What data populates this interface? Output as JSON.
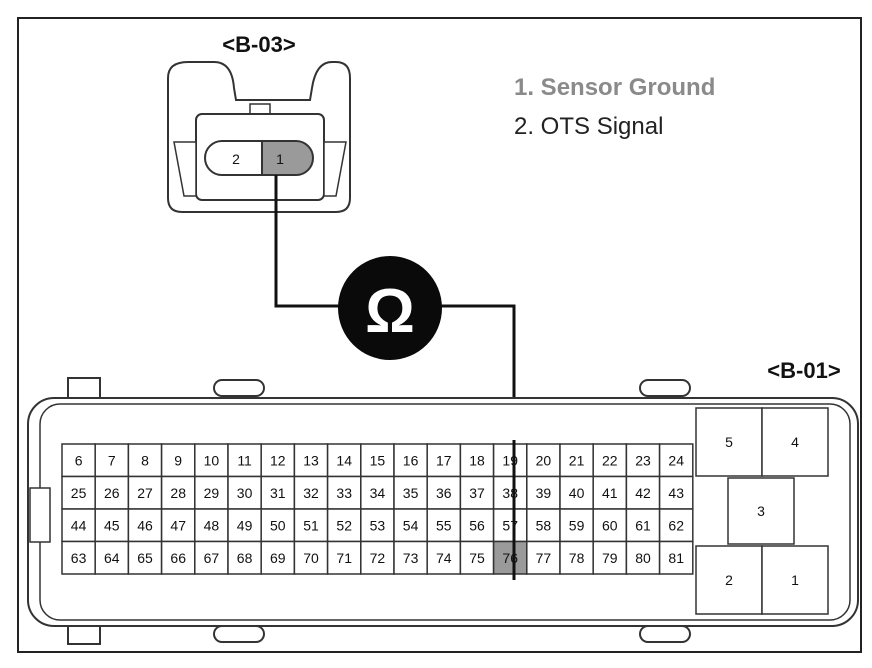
{
  "connector_top": {
    "label": "<B-03>",
    "pins": [
      "2",
      "1"
    ],
    "highlighted_pin": "1"
  },
  "legend": [
    {
      "text": "1. Sensor Ground",
      "color": "#8a8a8a"
    },
    {
      "text": "2. OTS Signal",
      "color": "#222222"
    }
  ],
  "meter": {
    "symbol": "Ω"
  },
  "connector_ecu": {
    "label": "<B-01>",
    "rows": [
      [
        "6",
        "7",
        "8",
        "9",
        "10",
        "11",
        "12",
        "13",
        "14",
        "15",
        "16",
        "17",
        "18",
        "19",
        "20",
        "21",
        "22",
        "23",
        "24"
      ],
      [
        "25",
        "26",
        "27",
        "28",
        "29",
        "30",
        "31",
        "32",
        "33",
        "34",
        "35",
        "36",
        "37",
        "38",
        "39",
        "40",
        "41",
        "42",
        "43"
      ],
      [
        "44",
        "45",
        "46",
        "47",
        "48",
        "49",
        "50",
        "51",
        "52",
        "53",
        "54",
        "55",
        "56",
        "57",
        "58",
        "59",
        "60",
        "61",
        "62"
      ],
      [
        "63",
        "64",
        "65",
        "66",
        "67",
        "68",
        "69",
        "70",
        "71",
        "72",
        "73",
        "74",
        "75",
        "76",
        "77",
        "78",
        "79",
        "80",
        "81"
      ]
    ],
    "highlighted_pin": "76",
    "big_pins": [
      "5",
      "4",
      "3",
      "2",
      "1"
    ]
  },
  "colors": {
    "line": "#111111",
    "highlight": "#9a9a9a",
    "meter_fill": "#0a0a0a",
    "meter_text": "#ffffff"
  }
}
